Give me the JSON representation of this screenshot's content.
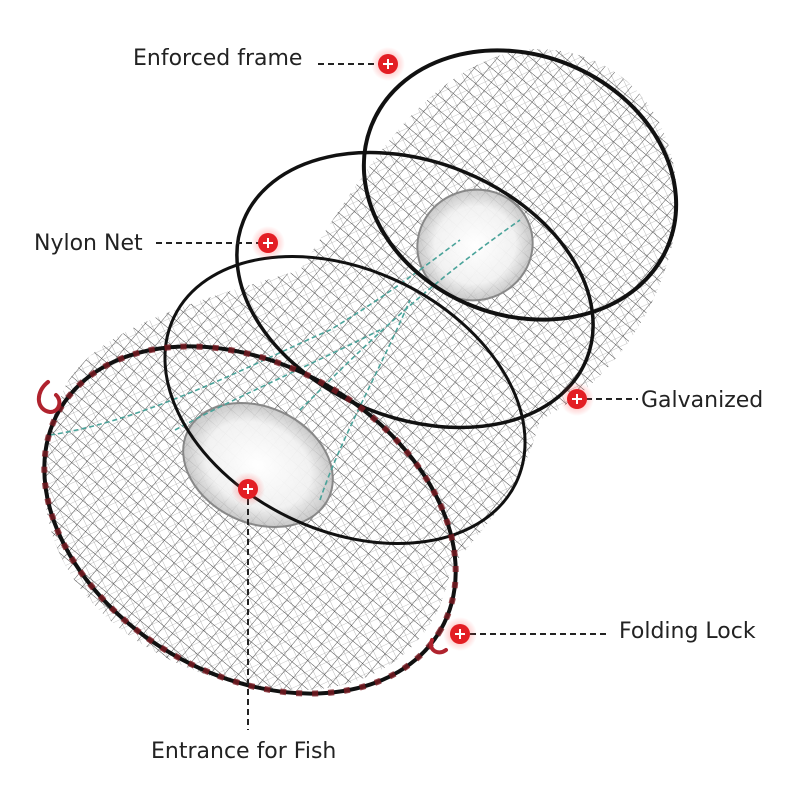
{
  "colors": {
    "background": "#ffffff",
    "frame": "#111111",
    "net": "#2a2a2a",
    "marker": "#e31e24",
    "twine": "#4aa39a",
    "lock": "#b0232e"
  },
  "callouts": [
    {
      "id": "enforced-frame",
      "label": "Enforced frame",
      "icon": "plus-marker-icon"
    },
    {
      "id": "nylon-net",
      "label": "Nylon Net",
      "icon": "plus-marker-icon"
    },
    {
      "id": "galvanized",
      "label": "Galvanized",
      "icon": "plus-marker-icon"
    },
    {
      "id": "folding-lock",
      "label": "Folding Lock",
      "icon": "plus-marker-icon"
    },
    {
      "id": "entrance-for-fish",
      "label": "Entrance for Fish",
      "icon": "plus-marker-icon"
    }
  ]
}
